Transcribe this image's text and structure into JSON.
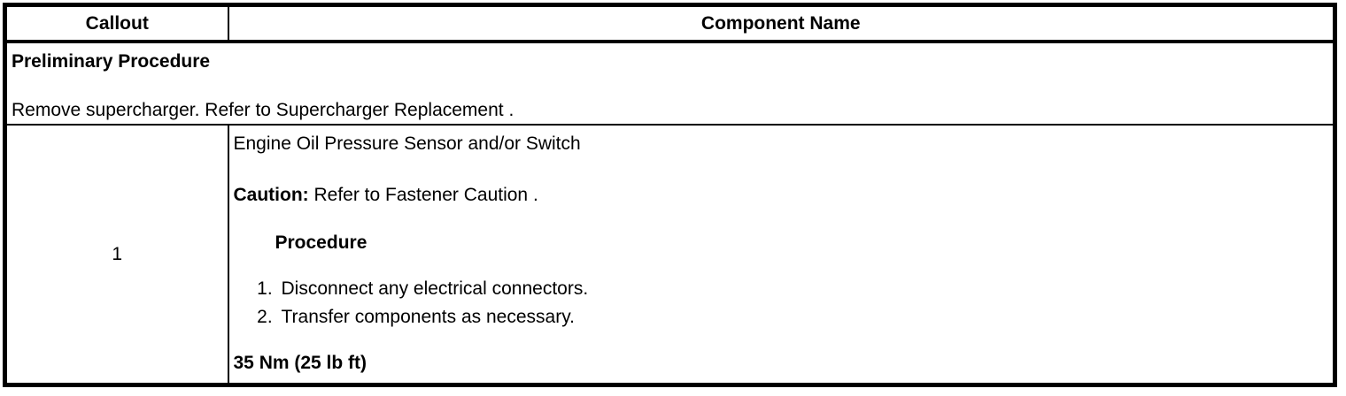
{
  "table": {
    "header": {
      "callout": "Callout",
      "component": "Component Name"
    },
    "preliminary": {
      "title": "Preliminary Procedure",
      "text": "Remove supercharger. Refer to Supercharger Replacement ."
    },
    "row": {
      "callout": "1",
      "component": "Engine Oil Pressure Sensor and/or Switch",
      "caution_label": "Caution:",
      "caution_text": " Refer to Fastener Caution .",
      "procedure_label": "Procedure",
      "steps": [
        "Disconnect any electrical connectors.",
        "Transfer components as necessary."
      ],
      "torque": "35 Nm (25 lb ft)"
    }
  },
  "colors": {
    "border": "#000000",
    "text": "#000000",
    "background": "#ffffff"
  }
}
